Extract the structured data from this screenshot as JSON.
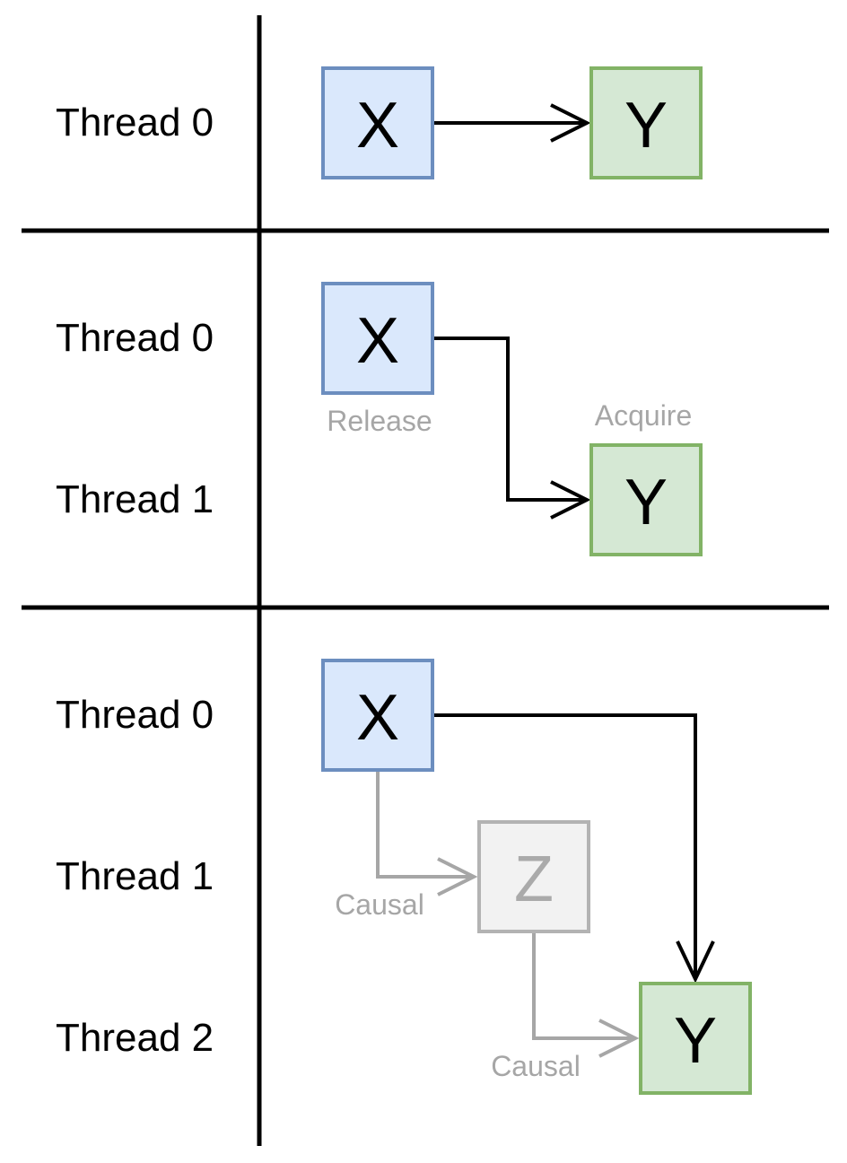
{
  "threads": {
    "t0": "Thread 0",
    "t1": "Thread 1",
    "t2": "Thread 2"
  },
  "events": {
    "x": "X",
    "y": "Y",
    "z": "Z"
  },
  "annotations": {
    "release": "Release",
    "acquire": "Acquire",
    "causal": "Causal"
  },
  "colors": {
    "x_fill": "#dae8fc",
    "x_stroke": "#6c8ebf",
    "y_fill": "#d5e8d4",
    "y_stroke": "#82b366",
    "z_fill": "#f2f2f2",
    "z_stroke": "#b3b3b3",
    "line": "#000000",
    "causal_line": "#a6a6a6",
    "annotation_text": "#a6a6a6"
  }
}
